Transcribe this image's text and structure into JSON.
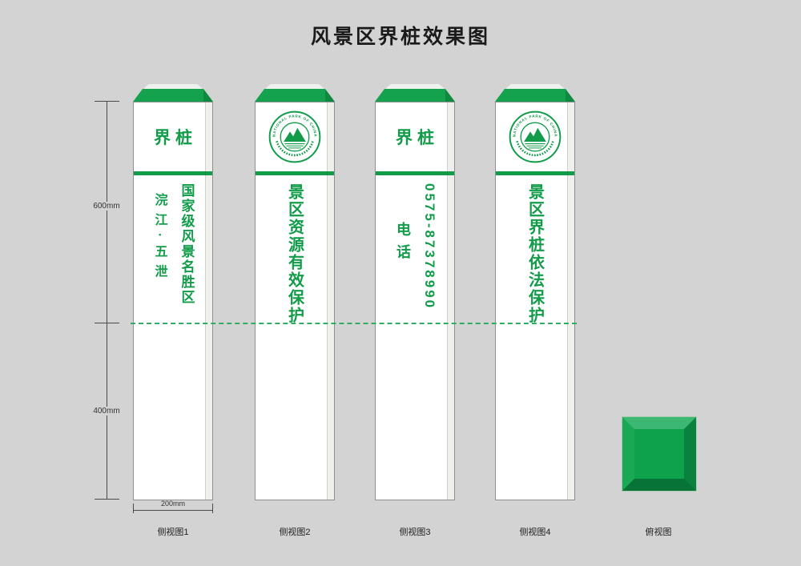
{
  "title": "风景区界桩效果图",
  "colors": {
    "green": "#129c4a",
    "background": "#d3d3d3"
  },
  "dimensions": {
    "upper_height": "600mm",
    "lower_height": "400mm",
    "width": "200mm"
  },
  "emblem": {
    "arc_text": "NATIONAL PARK OF CHINA"
  },
  "posts": [
    {
      "header_text": "界桩",
      "columns": [
        "国家级风景名胜区",
        "浣江·五泄"
      ],
      "label": "侧视图1"
    },
    {
      "columns": [
        "景区资源有效保护"
      ],
      "label": "侧视图2"
    },
    {
      "header_text": "界桩",
      "columns": [
        "0575-87378990",
        "电话"
      ],
      "label": "侧视图3"
    },
    {
      "columns": [
        "景区界桩依法保护"
      ],
      "label": "侧视图4"
    }
  ],
  "top_view": {
    "label": "俯视图"
  }
}
